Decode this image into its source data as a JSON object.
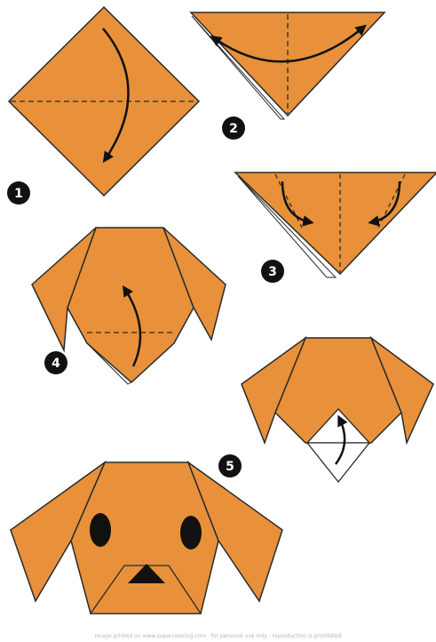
{
  "colors": {
    "paper": "#e8913a",
    "edge": "#2a2a2a",
    "white_side": "#ffffff",
    "badge": "#111111",
    "badge_text": "#ffffff"
  },
  "steps": [
    {
      "number": "1"
    },
    {
      "number": "2"
    },
    {
      "number": "3"
    },
    {
      "number": "4"
    },
    {
      "number": "5"
    }
  ],
  "footer": {
    "text": "Image printed on www.supercoloring.com · for personal use only · reproduction is prohibited"
  }
}
